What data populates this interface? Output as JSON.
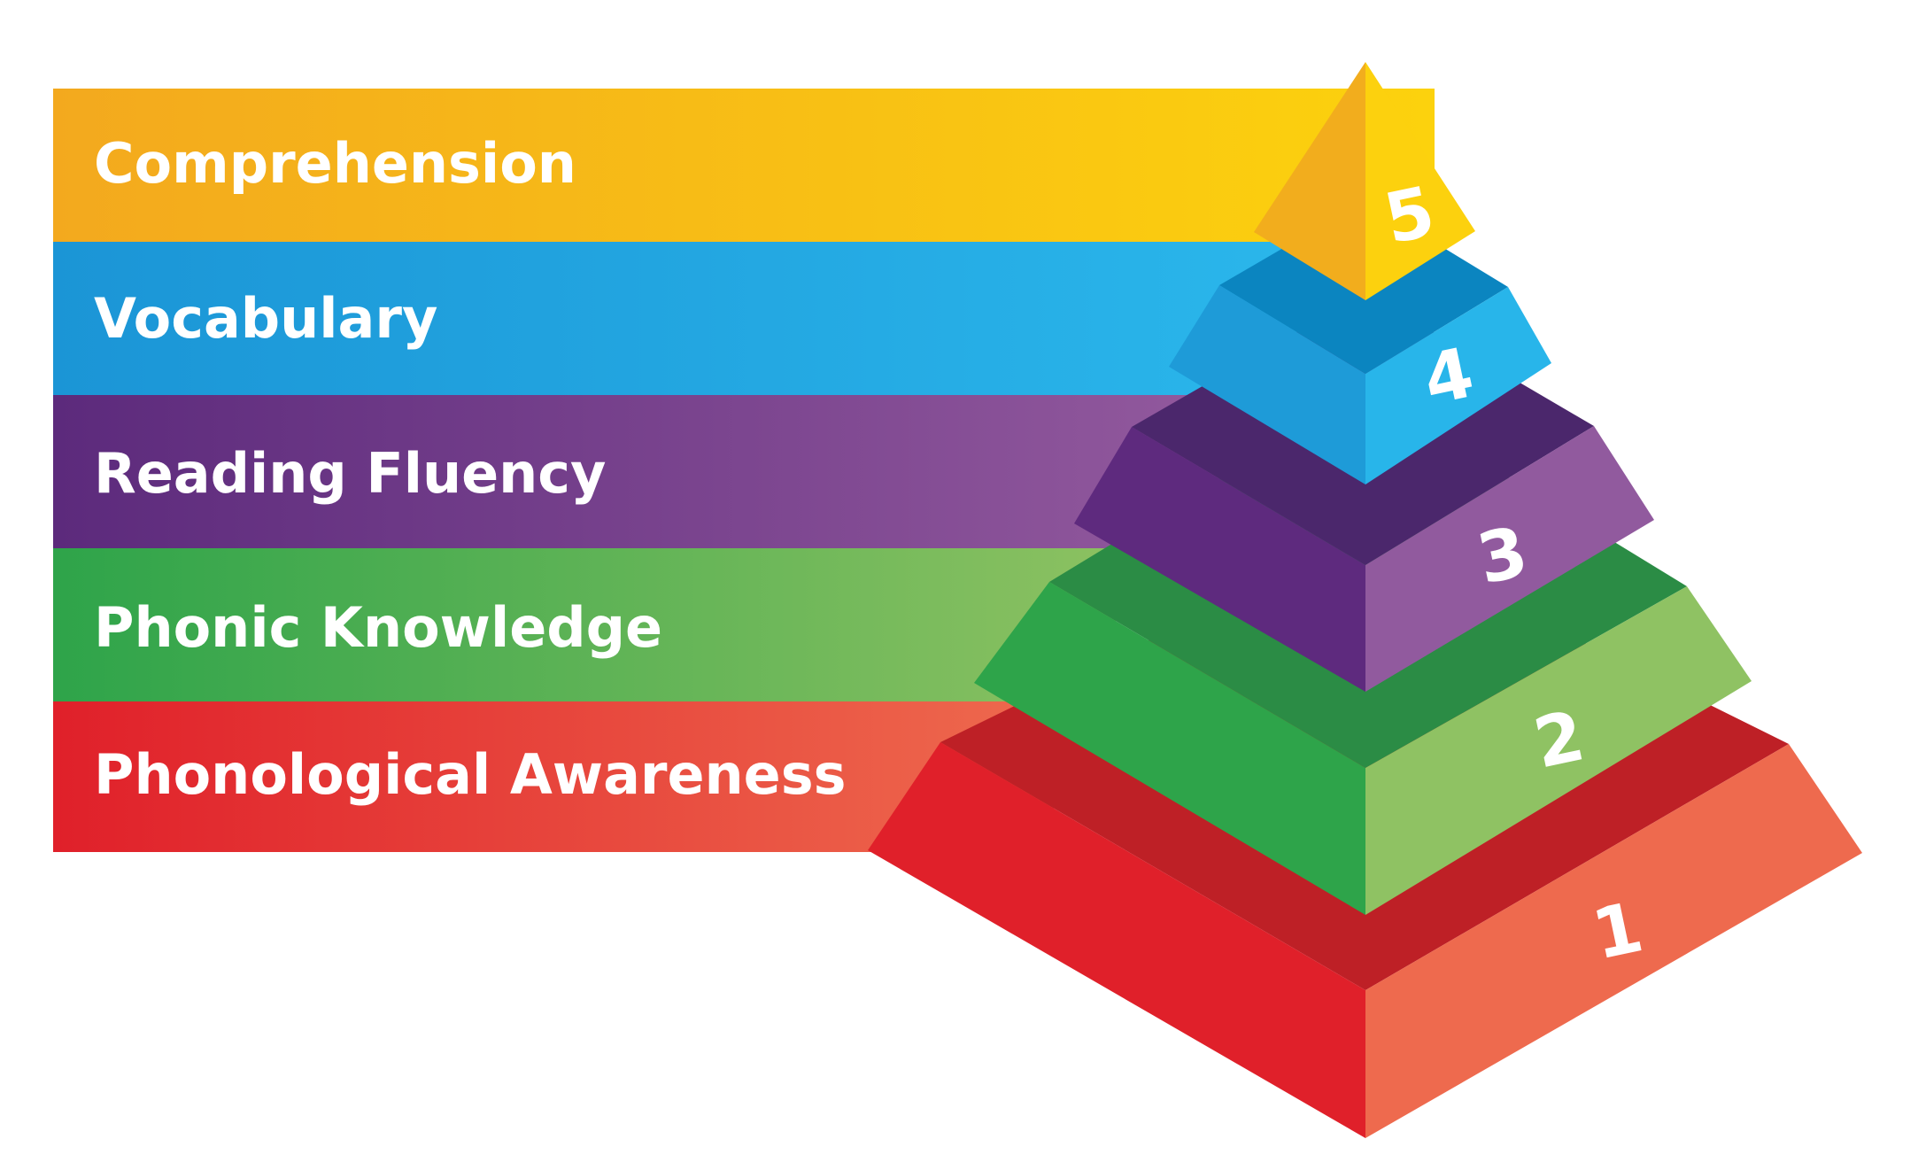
{
  "levels": [
    {
      "number": "1",
      "label": "Phonological Awareness",
      "colors": {
        "band_start": "#E0202A",
        "band_end": "#EE6A4E",
        "left": "#E0202A",
        "top": "#BE2026",
        "right": "#EE6A4E"
      }
    },
    {
      "number": "2",
      "label": "Phonic Knowledge",
      "colors": {
        "band_start": "#2EA44A",
        "band_end": "#8CC161",
        "left": "#2EA44A",
        "top": "#2B8C45",
        "right": "#8FC263"
      }
    },
    {
      "number": "3",
      "label": "Reading Fluency",
      "colors": {
        "band_start": "#5C2A7C",
        "band_end": "#935A9E",
        "left": "#5E2A7E",
        "top": "#4B276C",
        "right": "#915A9E"
      }
    },
    {
      "number": "4",
      "label": "Vocabulary",
      "colors": {
        "band_start": "#1B95D6",
        "band_end": "#2BB8EC",
        "left": "#1E9BD8",
        "top": "#0B85C0",
        "right": "#28B5EA"
      }
    },
    {
      "number": "5",
      "label": "Comprehension",
      "colors": {
        "band_start": "#F3A91E",
        "band_end": "#FCD20D",
        "left": "#F2AD1D",
        "top": "#F2AD1D",
        "right": "#FCD10E"
      }
    }
  ]
}
